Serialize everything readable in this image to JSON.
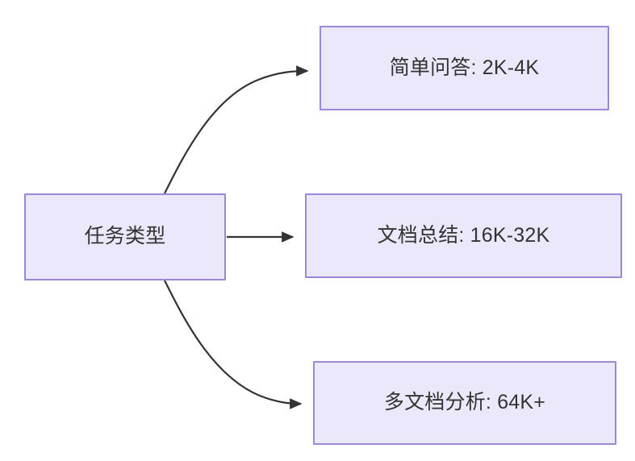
{
  "diagram": {
    "type": "flowchart",
    "direction": "left-to-right",
    "background_color": "#ffffff",
    "node_fill_color": "#ebe8fb",
    "node_border_color": "#9d85d8",
    "node_text_color": "#333333",
    "edge_color": "#333333",
    "source_node": {
      "id": "task-type",
      "label": "任务类型"
    },
    "target_nodes": [
      {
        "id": "simple-qa",
        "label": "简单问答: 2K-4K"
      },
      {
        "id": "doc-summary",
        "label": "文档总结: 16K-32K"
      },
      {
        "id": "multi-doc-analysis",
        "label": "多文档分析: 64K+"
      }
    ],
    "edges": [
      {
        "from": "task-type",
        "to": "simple-qa",
        "style": "curved",
        "arrowhead": "filled-triangle"
      },
      {
        "from": "task-type",
        "to": "doc-summary",
        "style": "straight",
        "arrowhead": "filled-triangle"
      },
      {
        "from": "task-type",
        "to": "multi-doc-analysis",
        "style": "curved",
        "arrowhead": "filled-triangle"
      }
    ]
  }
}
